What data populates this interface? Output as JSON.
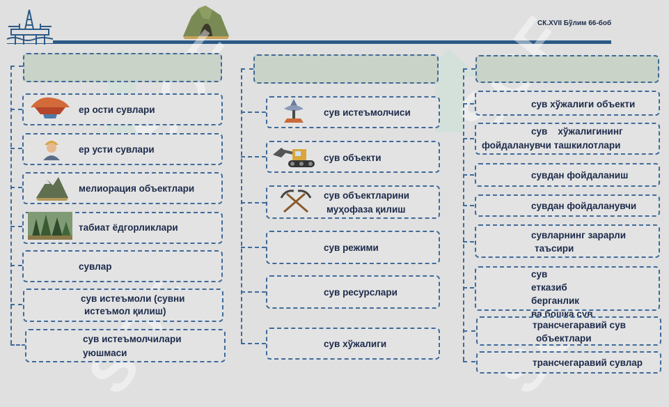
{
  "header": {
    "reference": "СК.XVII Бўлим 66-боб"
  },
  "left_column": [
    {
      "label": "ер ости сувлари",
      "icon": "underground-water-icon"
    },
    {
      "label": "ер усти сувлари",
      "icon": "worker-icon"
    },
    {
      "label": "мелиорация объектлари",
      "icon": "mountain-icon"
    },
    {
      "label": "табиат ёдгорликлари",
      "icon": "forest-icon"
    },
    {
      "label": "сувлар"
    },
    {
      "label_line1": "сув истеъмоли (сувни",
      "label_line2": "истеъмол қилиш)"
    },
    {
      "label_line1": "сув истеъмолчилари",
      "label_line2": "уюшмаси"
    }
  ],
  "middle_column": [
    {
      "label": "сув истеъмолчиси",
      "icon": "water-tower-icon"
    },
    {
      "label": "сув объекти",
      "icon": "excavator-icon"
    },
    {
      "label_line1": "сув объектларини",
      "label_line2": "муҳофаза қилиш",
      "icon": "pickaxes-icon"
    },
    {
      "label": "сув режими"
    },
    {
      "label": "сув ресурслари"
    },
    {
      "label": "сув хўжалиги"
    }
  ],
  "right_column": [
    {
      "label": "сув хўжалиги объекти"
    },
    {
      "label_line1": "сув    хўжалигининг",
      "label_line2": "фойдаланувчи ташкилотлари"
    },
    {
      "label": "сувдан фойдаланиш"
    },
    {
      "label": "сувдан фойдаланувчи"
    },
    {
      "label_line1": "сувларнинг зарарли",
      "label_line2": "таъсири"
    },
    {
      "label_lines": [
        "сув",
        "етказиб",
        "берганлик",
        "ва бошқа сув"
      ]
    },
    {
      "label_line1": "трансчегаравий сув",
      "label_line2": "объектлари"
    },
    {
      "label": "трансчегаравий сувлар"
    }
  ],
  "watermark": "SOF",
  "colors": {
    "border": "#3f6a9a",
    "header_fill": "#c9d3c7",
    "topbar": "#2c5a86",
    "text": "#1c2a4a"
  }
}
